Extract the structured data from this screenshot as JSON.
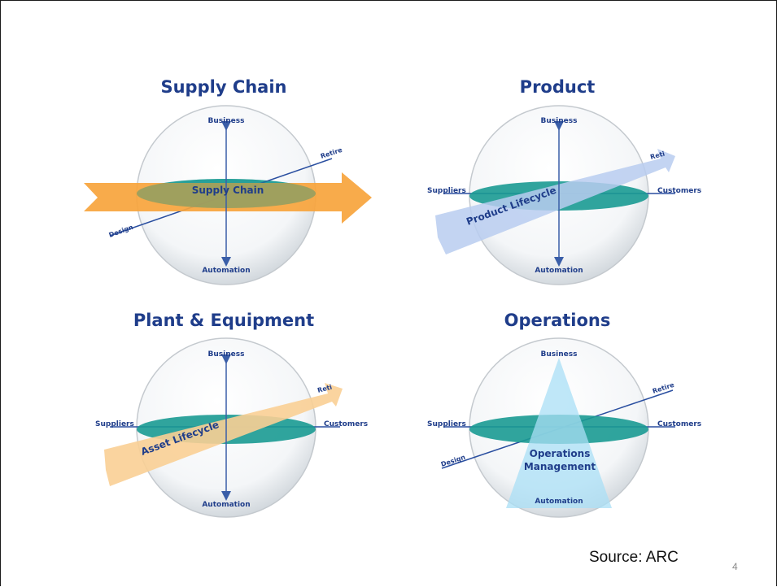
{
  "quadrants": {
    "supply_chain": {
      "title": "Supply Chain",
      "axis_top": "Business",
      "axis_bottom": "Automation",
      "diag_top": "Retire",
      "diag_bottom": "Design",
      "arrow_label": "Supply Chain"
    },
    "product": {
      "title": "Product",
      "axis_top": "Business",
      "axis_bottom": "Automation",
      "axis_left": "Suppliers",
      "axis_right": "Customers",
      "diag_top": "Reti",
      "arrow_label": "Product Lifecycle"
    },
    "plant": {
      "title": "Plant & Equipment",
      "axis_top": "Business",
      "axis_bottom": "Automation",
      "axis_left": "Suppliers",
      "axis_right": "Customers",
      "diag_top": "Reti",
      "arrow_label": "Asset Lifecycle"
    },
    "operations": {
      "title": "Operations",
      "axis_top": "Business",
      "axis_bottom": "Automation",
      "axis_left": "Suppliers",
      "axis_right": "Customers",
      "diag_top": "Retire",
      "diag_bottom": "Design",
      "center_label_1": "Operations",
      "center_label_2": "Management"
    }
  },
  "footer": {
    "source": "Source: ARC",
    "page_number": "4"
  },
  "colors": {
    "title": "#1f3d8a",
    "teal_disc": "#1a9a92",
    "orange_arrow": "#f7a43c",
    "blue_arrow": "#b8cdf0",
    "peach_arrow": "#f9cf95",
    "light_cone": "#a9dff5"
  }
}
